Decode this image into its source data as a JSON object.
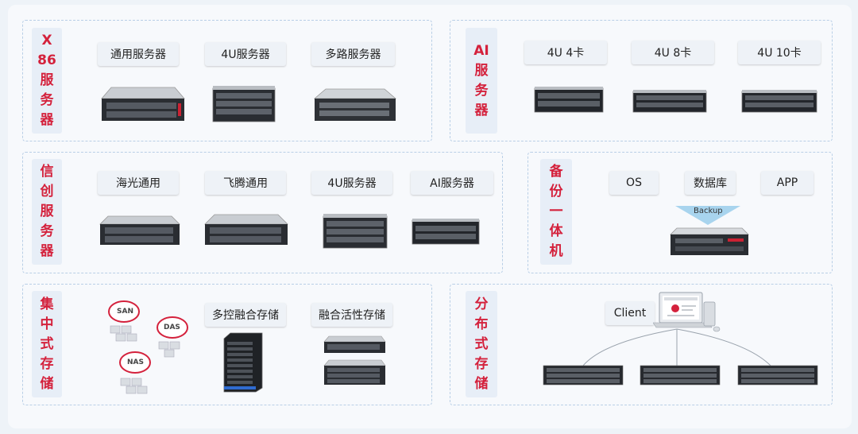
{
  "panels": {
    "x86": {
      "label": [
        "X",
        "86",
        "服",
        "务",
        "器"
      ],
      "items": [
        "通用服务器",
        "4U服务器",
        "多路服务器"
      ]
    },
    "ai": {
      "label": [
        "AI",
        "服",
        "务",
        "器"
      ],
      "items": [
        "4U 4卡",
        "4U 8卡",
        "4U 10卡"
      ]
    },
    "xinchuang": {
      "label": [
        "信",
        "创",
        "服",
        "务",
        "器"
      ],
      "items": [
        "海光通用",
        "飞腾通用",
        "4U服务器",
        "AI服务器"
      ]
    },
    "backup": {
      "label": [
        "备",
        "份",
        "一",
        "体",
        "机"
      ],
      "items": [
        "OS",
        "数据库",
        "APP"
      ],
      "arrow_text": "Backup"
    },
    "central": {
      "label": [
        "集",
        "中",
        "式",
        "存",
        "储"
      ],
      "items": [
        "多控融合存储",
        "融合活性存储"
      ],
      "clouds": [
        "SAN",
        "DAS",
        "NAS"
      ]
    },
    "distributed": {
      "label": [
        "分",
        "布",
        "式",
        "存",
        "储"
      ],
      "client": "Client"
    }
  },
  "colors": {
    "accent": "#d4213c",
    "label_bg": "#e7eef7",
    "dashed_border": "#b9cfe6"
  }
}
